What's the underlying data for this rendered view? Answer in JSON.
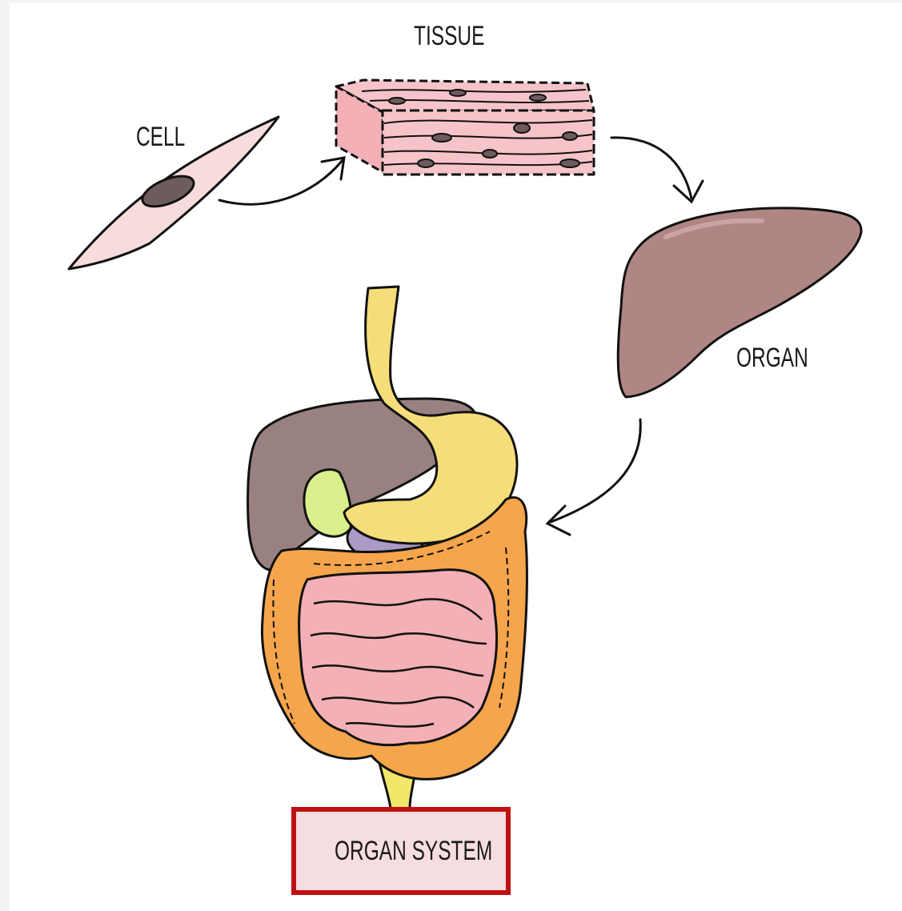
{
  "labels": {
    "cell": "CELL",
    "tissue": "TISSUE",
    "organ": "ORGAN",
    "organ_system": "ORGAN SYSTEM"
  },
  "colors": {
    "cell_fill": "#f7dcdc",
    "nucleus": "#6e5b5c",
    "tissue_fill": "#f6c4c8",
    "liver": "#b08684",
    "stomach": "#f5de79",
    "colon": "#f5a54b",
    "small_intestine": "#f3b0b6",
    "gallbladder": "#d8ef8b",
    "pancreas": "#a99ac6",
    "box_border": "#c01014",
    "box_fill": "#f6dde0"
  }
}
